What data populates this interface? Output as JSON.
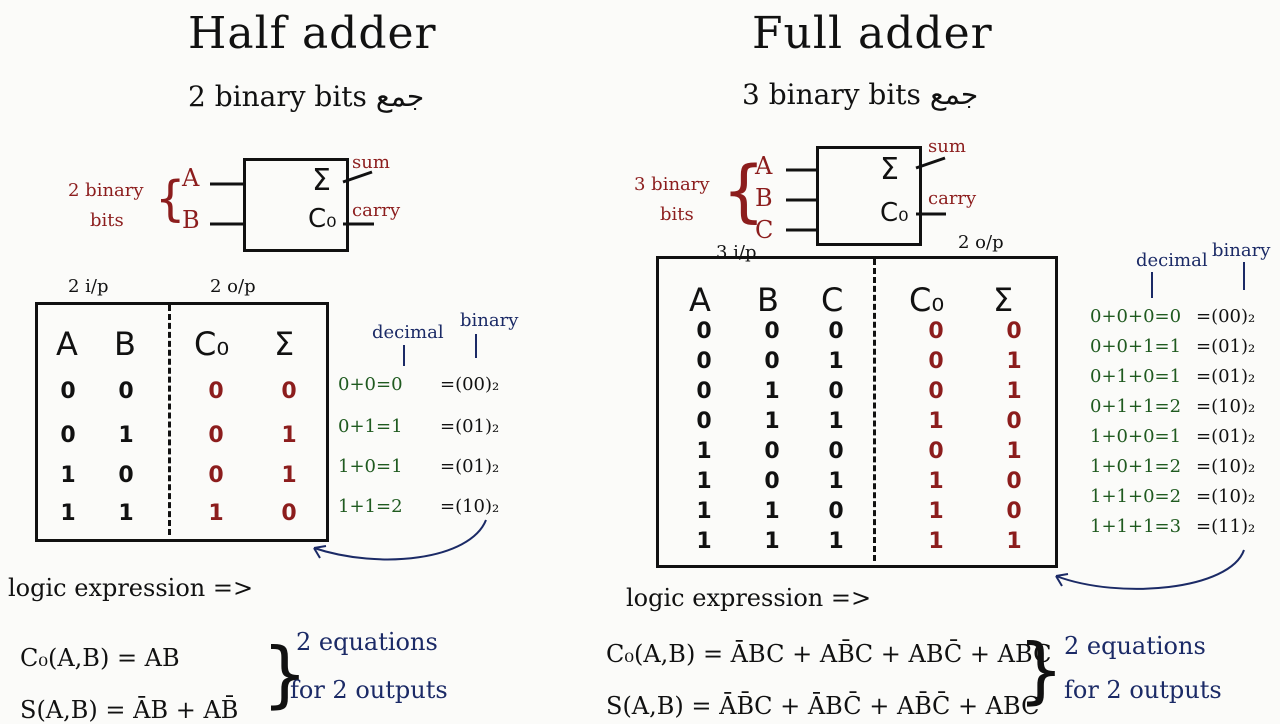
{
  "half": {
    "title": "Half adder",
    "subtitle": "2 binary bits جمع",
    "in_label": [
      "2 binary",
      "bits"
    ],
    "inputs": [
      "A",
      "B"
    ],
    "sum_sym": "Σ",
    "carry_sym": "C₀",
    "out_sum": "sum",
    "out_carry": "carry",
    "ip_label": "2 i/p",
    "op_label": "2 o/p",
    "headers": [
      "A",
      "B",
      "C₀",
      "Σ"
    ],
    "rows": [
      [
        "0",
        "0",
        "0",
        "0"
      ],
      [
        "0",
        "1",
        "0",
        "1"
      ],
      [
        "1",
        "0",
        "0",
        "1"
      ],
      [
        "1",
        "1",
        "1",
        "0"
      ]
    ],
    "decimal_label": "decimal",
    "binary_label": "binary",
    "decimal": [
      "0+0=0",
      "0+1=1",
      "1+0=1",
      "1+1=2"
    ],
    "binary": [
      "=(00)₂",
      "=(01)₂",
      "=(01)₂",
      "=(10)₂"
    ],
    "logic": "logic expression =>",
    "eq1": "C₀(A,B) = AB",
    "eq2": "S(A,B) = ĀB + AB̄",
    "brace1": "2 equations",
    "brace2": "for 2 outputs"
  },
  "full": {
    "title": "Full adder",
    "subtitle": "3 binary bits جمع",
    "in_label": [
      "3 binary",
      "bits"
    ],
    "inputs": [
      "A",
      "B",
      "C"
    ],
    "sum_sym": "Σ",
    "carry_sym": "C₀",
    "out_sum": "sum",
    "out_carry": "carry",
    "ip_label": "3 i/p",
    "op_label": "2 o/p",
    "headers": [
      "A",
      "B",
      "C",
      "C₀",
      "Σ"
    ],
    "rows": [
      [
        "0",
        "0",
        "0",
        "0",
        "0"
      ],
      [
        "0",
        "0",
        "1",
        "0",
        "1"
      ],
      [
        "0",
        "1",
        "0",
        "0",
        "1"
      ],
      [
        "0",
        "1",
        "1",
        "1",
        "0"
      ],
      [
        "1",
        "0",
        "0",
        "0",
        "1"
      ],
      [
        "1",
        "0",
        "1",
        "1",
        "0"
      ],
      [
        "1",
        "1",
        "0",
        "1",
        "0"
      ],
      [
        "1",
        "1",
        "1",
        "1",
        "1"
      ]
    ],
    "decimal_label": "decimal",
    "binary_label": "binary",
    "decimal": [
      "0+0+0=0",
      "0+0+1=1",
      "0+1+0=1",
      "0+1+1=2",
      "1+0+0=1",
      "1+0+1=2",
      "1+1+0=2",
      "1+1+1=3"
    ],
    "binary": [
      "=(00)₂",
      "=(01)₂",
      "=(01)₂",
      "=(10)₂",
      "=(01)₂",
      "=(10)₂",
      "=(10)₂",
      "=(11)₂"
    ],
    "logic": "logic expression =>",
    "eq1": "C₀(A,B) = ĀBC + AB̄C + ABC̄ + ABC",
    "eq2": "S(A,B) = ĀB̄C + ĀBC̄ + AB̄C̄ + ABC",
    "brace1": "2 equations",
    "brace2": "for 2 outputs"
  },
  "colors": {
    "ink": "#111111",
    "red": "#8c1d1d",
    "green": "#1f5a1f",
    "navy": "#1b2a66"
  }
}
